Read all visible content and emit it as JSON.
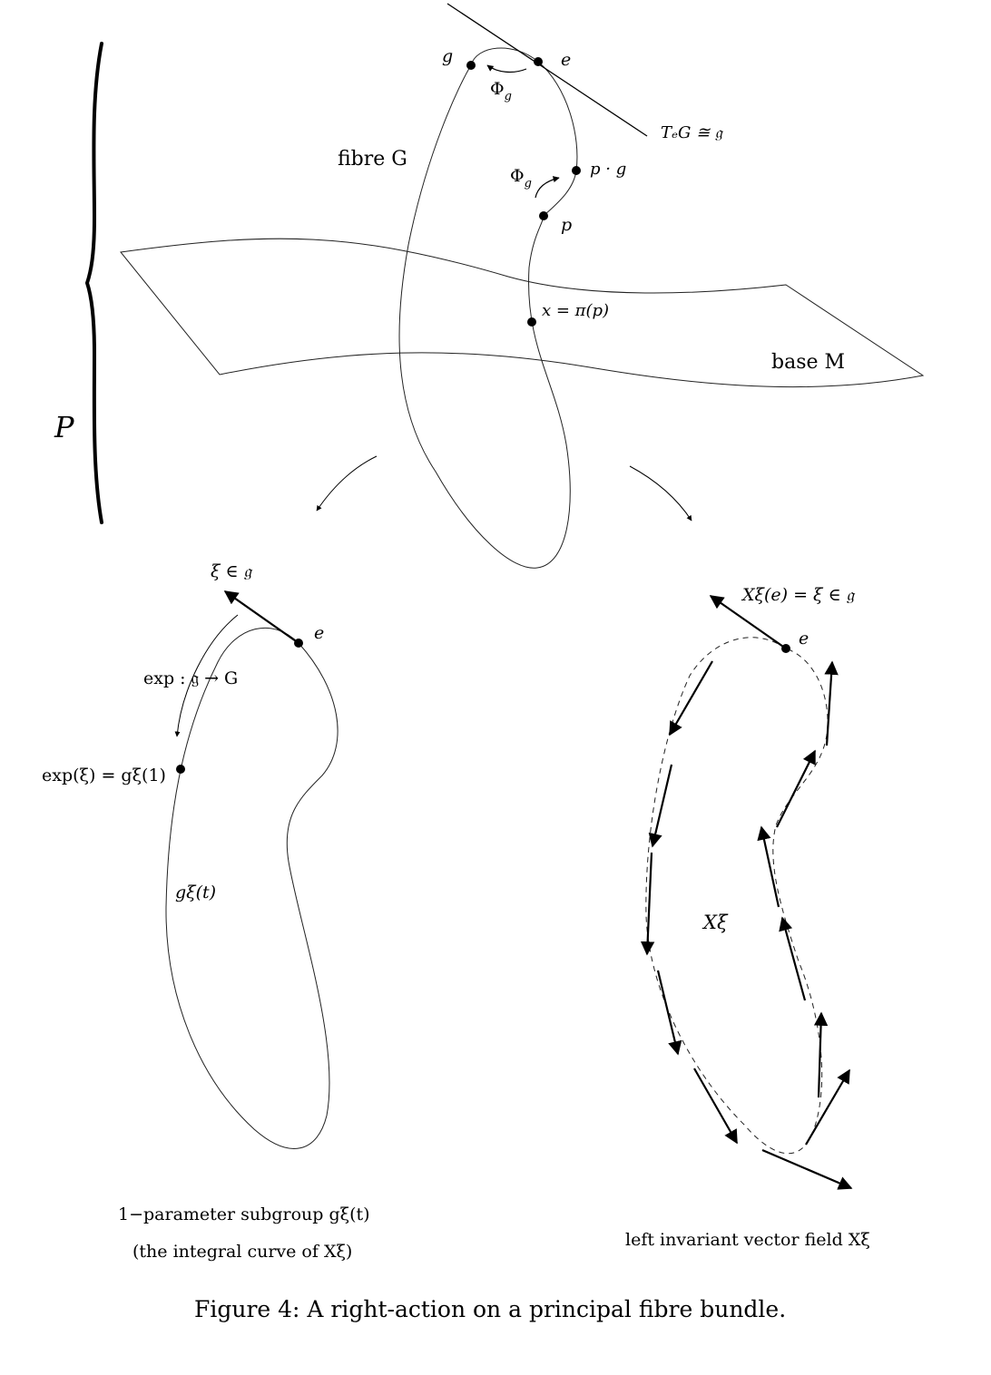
{
  "top": {
    "bundle_label": "P",
    "fibre_label": "fibre G",
    "base_label": "base M",
    "tangent_label": "TₑG ≅ 𝔤",
    "point_g": "g",
    "point_e": "e",
    "point_pg": "p · g",
    "point_p": "p",
    "point_x": "x = π(p)",
    "phi_top": "Φ",
    "phi_mid": "Φ",
    "phi_sub": "g"
  },
  "left_panel": {
    "xi_label": "ξ ∈ 𝔤",
    "e_label": "e",
    "exp_map_label": "exp : 𝔤 → G",
    "exp_point_label": "exp(ξ) = gξ(1)",
    "curve_label": "gξ(t)",
    "caption_line1": "1−parameter subgroup gξ(t)",
    "caption_line2": "(the integral curve of Xξ)"
  },
  "right_panel": {
    "xe_label": "Xξ(e) = ξ ∈ 𝔤",
    "e_label": "e",
    "field_label": "Xξ",
    "caption": "left invariant vector field Xξ"
  },
  "figure_caption": "Figure 4: A right-action on a principal fibre bundle."
}
